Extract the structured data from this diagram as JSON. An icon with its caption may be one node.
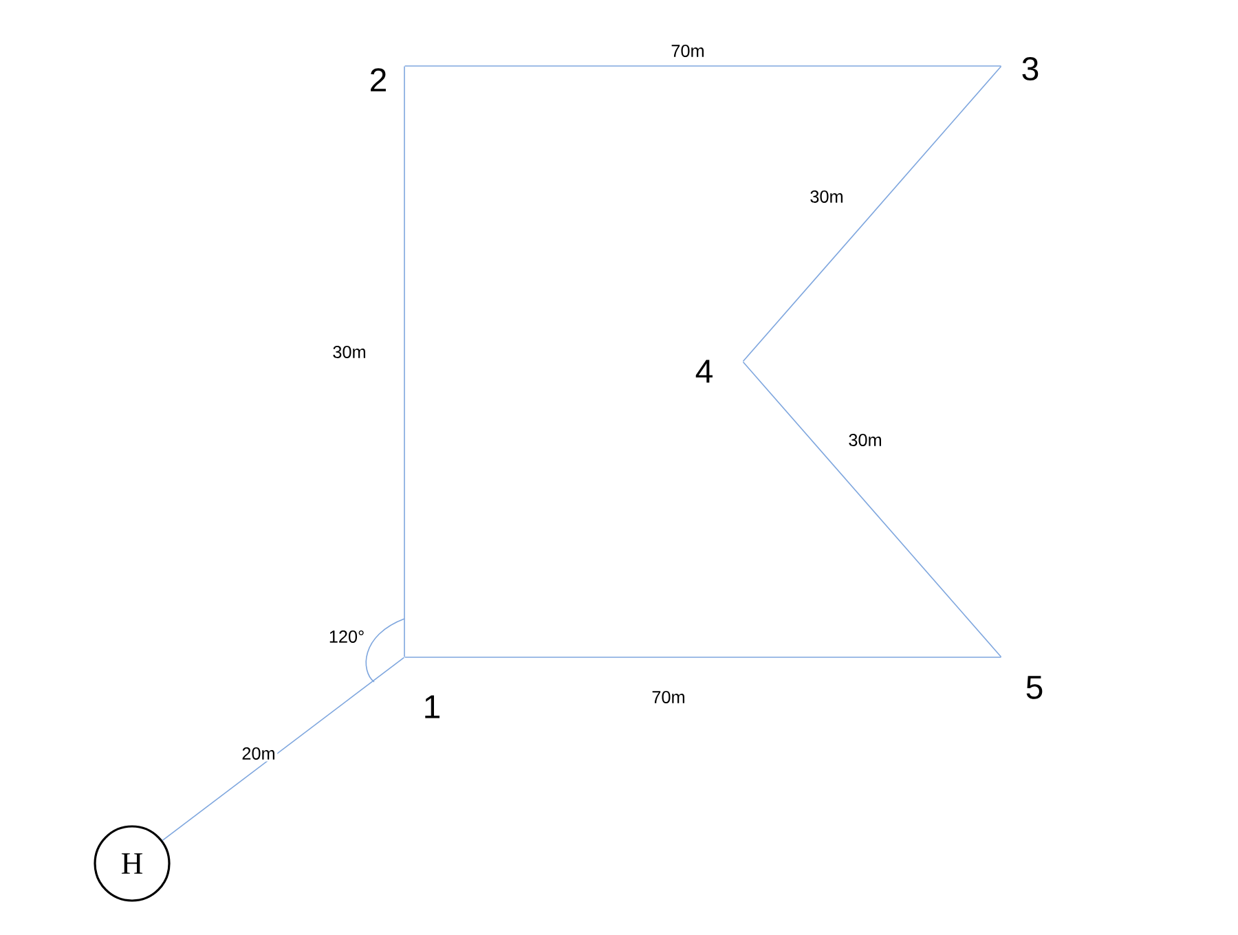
{
  "diagram": {
    "nodes": [
      {
        "text": [
          "H"
        ]
      },
      {
        "text": [
          "1"
        ]
      },
      {
        "text": [
          "2"
        ]
      },
      {
        "text": [
          "3"
        ]
      },
      {
        "text": [
          "4"
        ]
      },
      {
        "text": [
          "5"
        ]
      }
    ],
    "edges": [
      {
        "from": 0,
        "to": 1,
        "arrow": "none",
        "label": "20m"
      },
      {
        "from": 1,
        "to": 2,
        "arrow": "none",
        "label": "30m"
      },
      {
        "from": 2,
        "to": 3,
        "arrow": "none",
        "label": "70m"
      },
      {
        "from": 3,
        "to": 4,
        "arrow": "none",
        "label": "30m"
      },
      {
        "from": 4,
        "to": 5,
        "arrow": "none",
        "label": "30m"
      },
      {
        "from": 5,
        "to": 1,
        "arrow": "none",
        "label": "70m"
      }
    ],
    "labels": [
      "120°"
    ]
  }
}
